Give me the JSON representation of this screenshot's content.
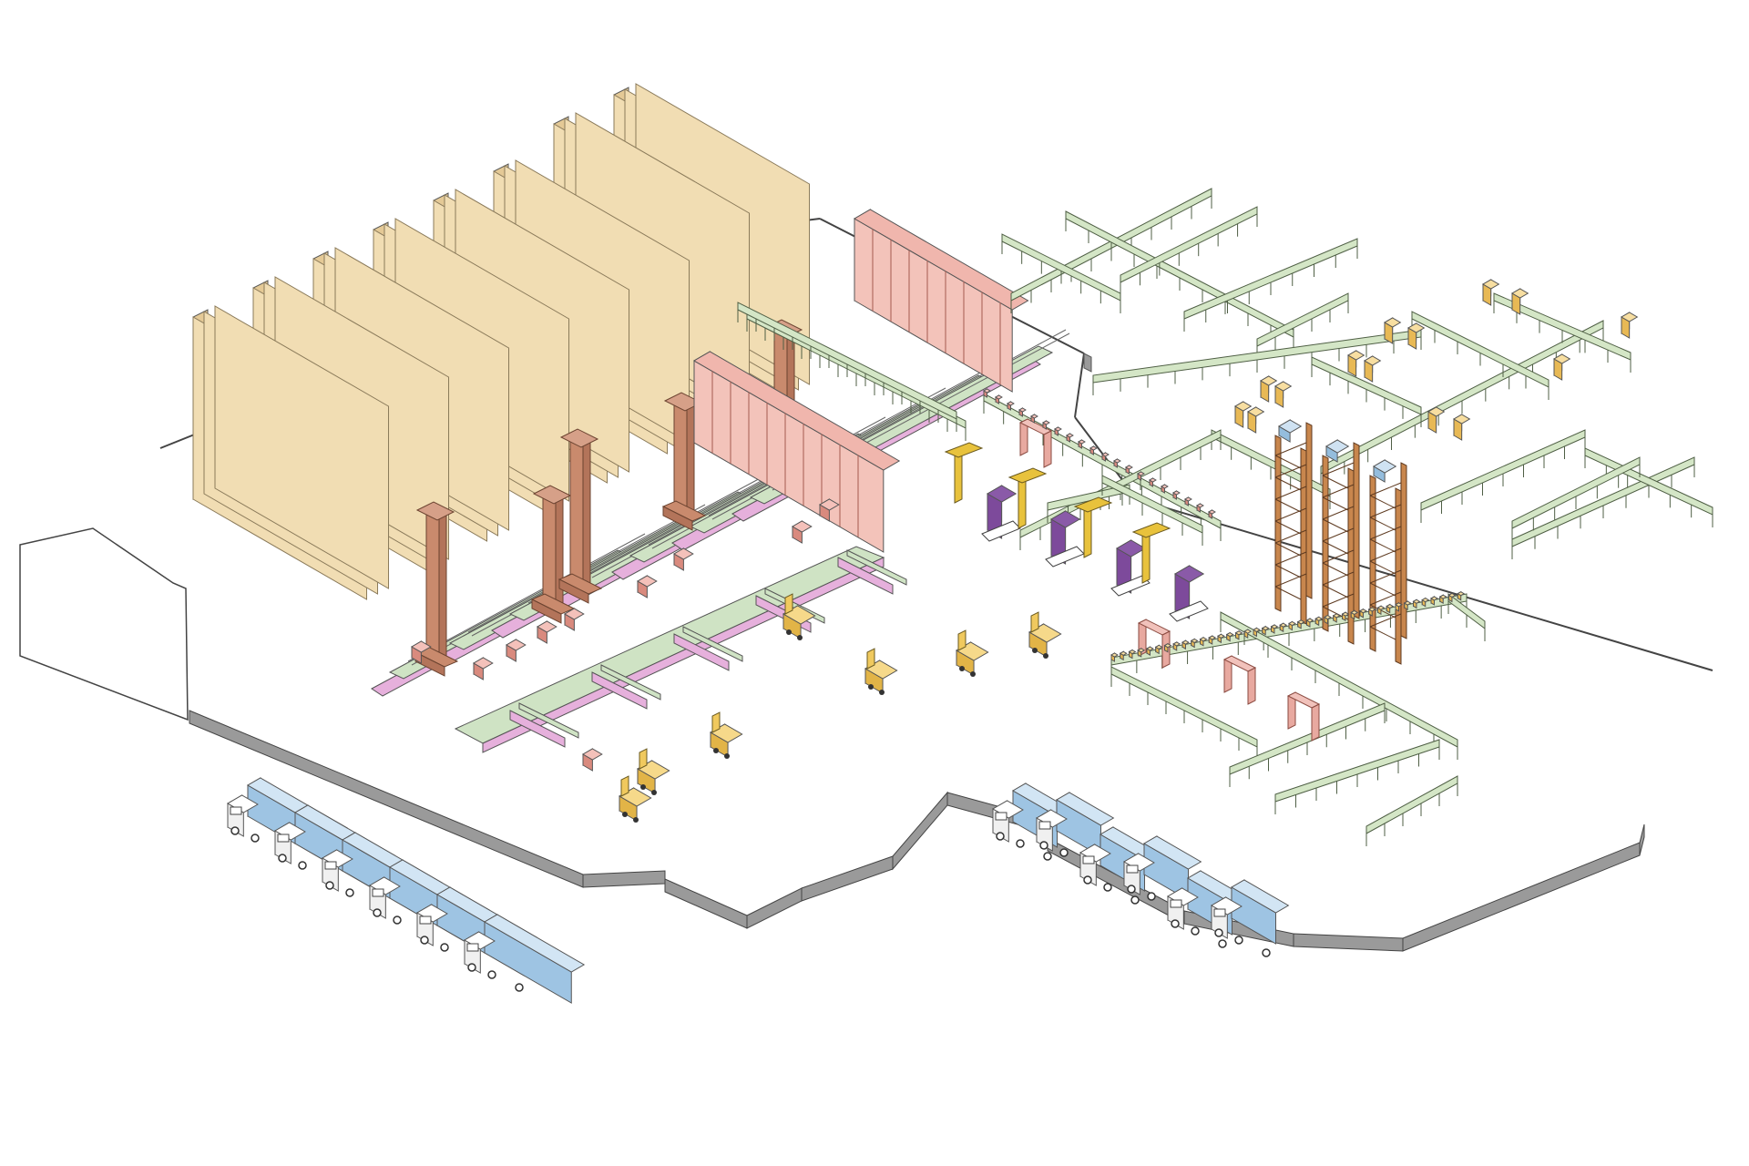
{
  "diagram": {
    "kind": "isometric-warehouse-layout",
    "palette": {
      "background": "#ffffff",
      "floor": "#ffffff",
      "wall": "#9a9a9a",
      "rack": "#f1ddb3",
      "rack_side": "#e4c996",
      "crane": "#c98a6d",
      "aisle_pink": "#e6b0dc",
      "aisle_green": "#cfe3c4",
      "block_red": "#e8a296",
      "conveyor": "#d4e6c6",
      "carton": "#f2cf78",
      "forklift": "#f0c95e",
      "robot": "#e8c23c",
      "pallet_purple": "#6a3d8a",
      "tower": "#c8864d",
      "tower_cap": "#a8cbe8",
      "gate": "#e8a9a0",
      "truck_body": "#b5d5ec",
      "truck_cab": "#ffffff",
      "outline": "#555555"
    },
    "counts": {
      "rack_walls": 8,
      "stacker_cranes": 5,
      "forklifts": 7,
      "robot_arms": 4,
      "vertical_towers": 3,
      "inspection_gates": 4,
      "trucks_left_dock": 6,
      "trucks_right_dock": 6
    }
  }
}
